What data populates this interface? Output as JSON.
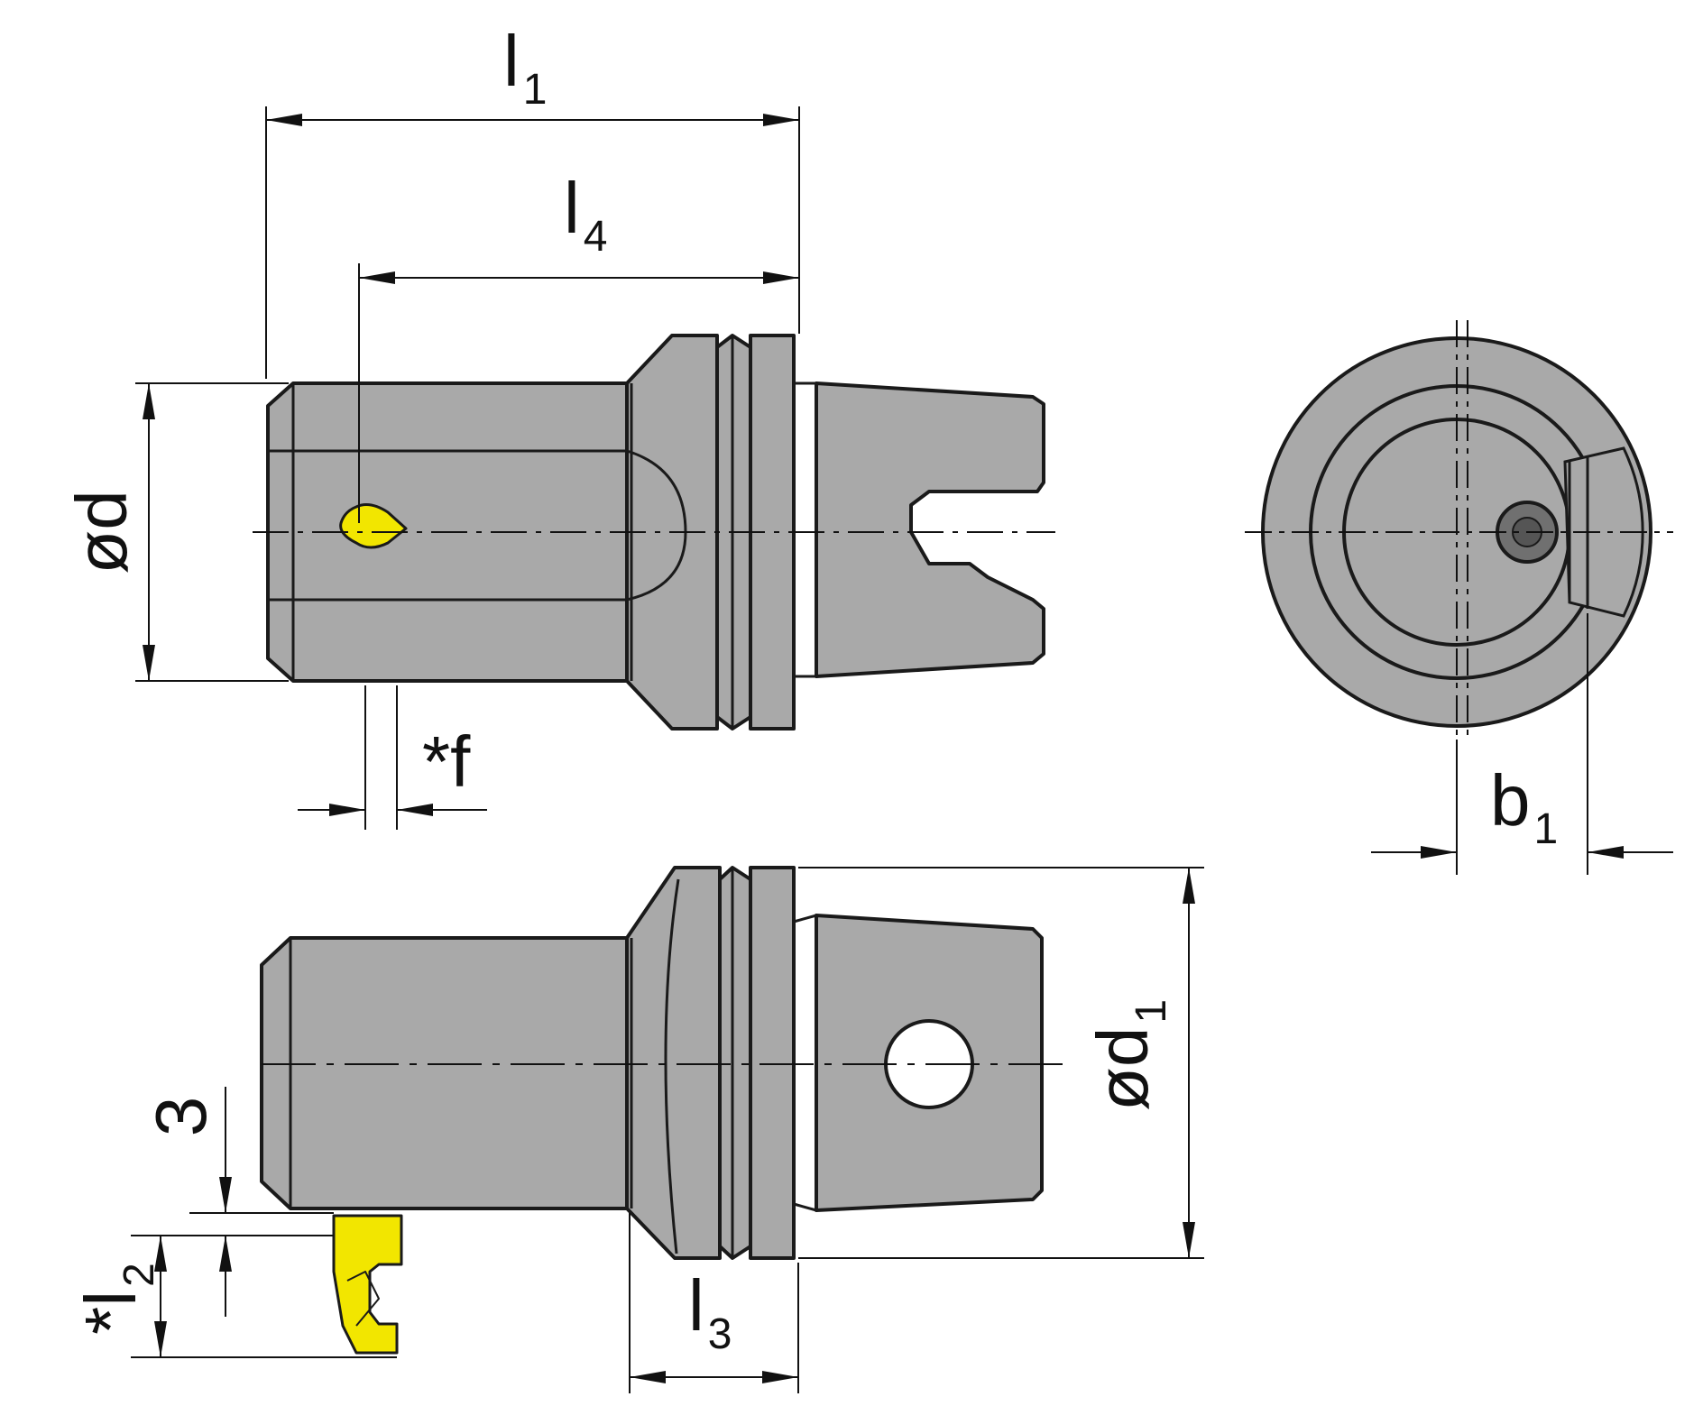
{
  "colors": {
    "body": "#a9a9a9",
    "insert": "#f2e600",
    "outline": "#1a1a1a",
    "background": "#ffffff"
  },
  "labels": {
    "l1": {
      "main": "l",
      "sub": "1"
    },
    "l4": {
      "main": "l",
      "sub": "4"
    },
    "d": {
      "main": "ød"
    },
    "f": {
      "main": "*f"
    },
    "b1": {
      "main": "b",
      "sub": "1"
    },
    "d1": {
      "main": "ød",
      "sub": "1"
    },
    "three": {
      "main": "3"
    },
    "l2": {
      "prefix": "*",
      "main": "l",
      "sub": "2"
    },
    "l3": {
      "main": "l",
      "sub": "3"
    }
  }
}
